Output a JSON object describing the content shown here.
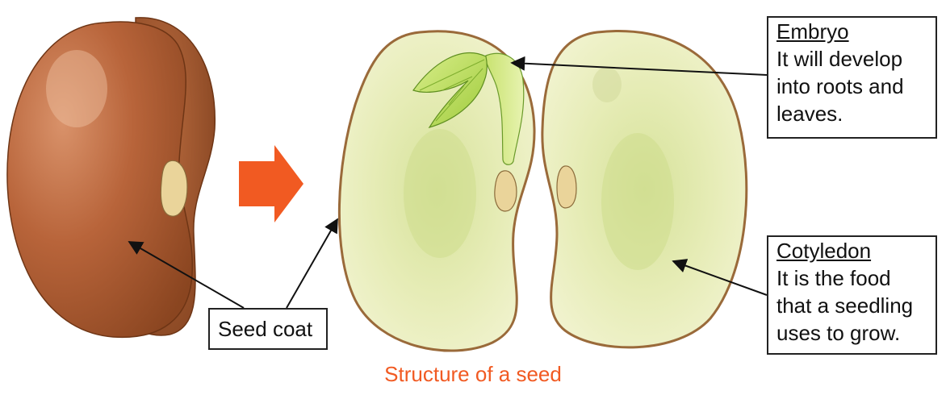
{
  "caption": {
    "text": "Structure of a seed",
    "color": "#f15a22"
  },
  "labels": {
    "seed_coat": "Seed coat",
    "embryo": {
      "heading": "Embryo",
      "desc": "It will develop into roots and leaves."
    },
    "cotyledon": {
      "heading": "Cotyledon",
      "desc": "It is the food that a seedling uses to grow."
    }
  },
  "colors": {
    "whole_seed": "#b8643a",
    "seed_coat_rim": "#9a6a3a",
    "cotyledon_fill": "#eef2c4",
    "cotyledon_center": "#d6e29a",
    "embryo_leaf": "#b7dc52",
    "embryo_stem": "#d3e98a",
    "hilum": "#ead49a",
    "arrow_orange": "#f15a22"
  },
  "icons": [
    "whole-bean-seed",
    "split-bean-seed",
    "orange-right-arrow"
  ]
}
